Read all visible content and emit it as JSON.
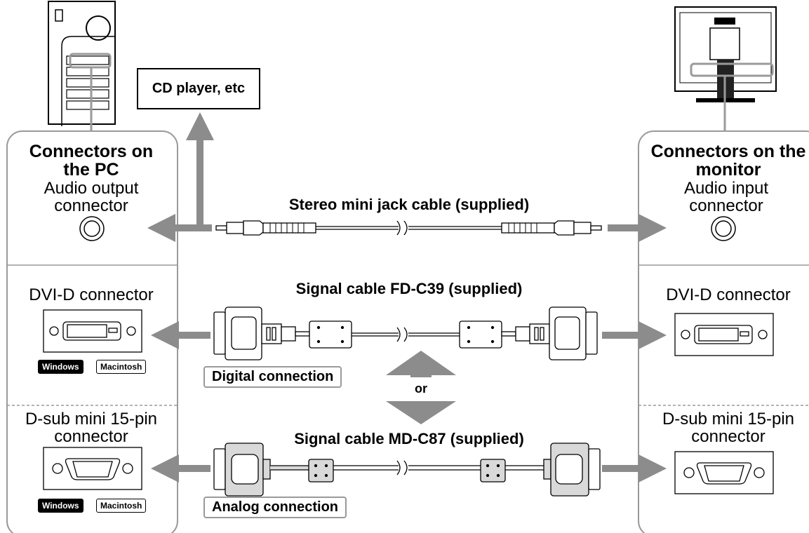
{
  "pc": {
    "title": "Connectors on the PC",
    "audio_label": "Audio output connector",
    "dvi_label": "DVI-D connector",
    "dsub_label": "D-sub mini 15-pin connector",
    "windows_badge": "Windows",
    "mac_badge": "Macintosh"
  },
  "monitor": {
    "title": "Connectors on the monitor",
    "audio_label": "Audio input connector",
    "dvi_label": "DVI-D connector",
    "dsub_label": "D-sub mini 15-pin connector"
  },
  "cd_player_label": "CD player, etc",
  "cables": {
    "audio": "Stereo mini jack cable (supplied)",
    "digital": "Signal cable FD-C39 (supplied)",
    "analog": "Signal cable MD-C87 (supplied)"
  },
  "connections": {
    "digital": "Digital connection",
    "analog": "Analog connection",
    "or_label": "or"
  },
  "colors": {
    "arrow": "#8c8c8c",
    "panel_border": "#9a9a9a",
    "cable_fill": "#d9d9d9"
  }
}
